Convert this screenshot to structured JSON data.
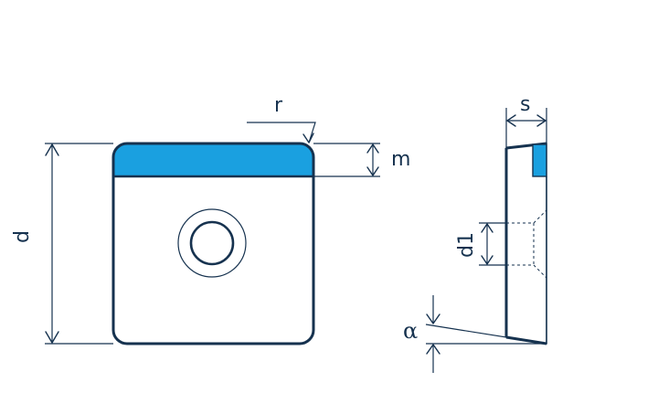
{
  "colors": {
    "outline": "#16324f",
    "land_fill": "#1aa0e0",
    "background": "#ffffff"
  },
  "labels": {
    "r": "r",
    "m": "m",
    "d": "d",
    "s": "s",
    "d1": "d1",
    "alpha": "α"
  }
}
